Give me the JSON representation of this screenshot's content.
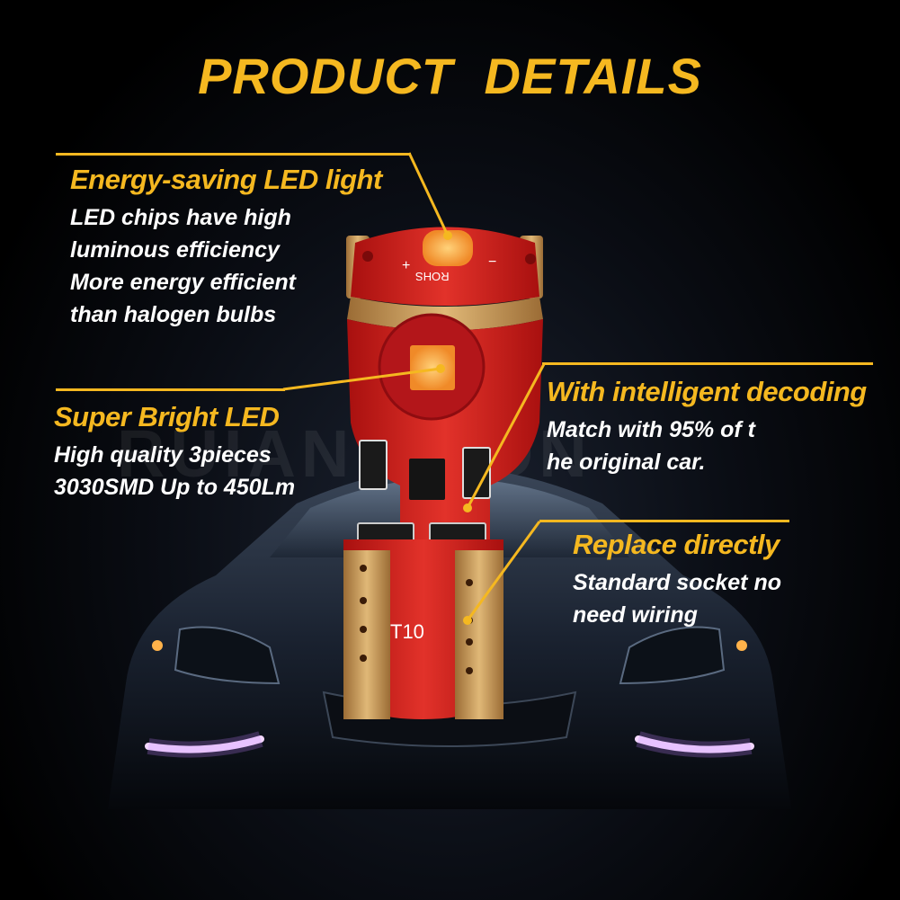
{
  "colors": {
    "accent": "#f5b820",
    "bulb_red": "#d2201e",
    "gold": "#c79a55",
    "led_orange": "#ff9a3c"
  },
  "title": "PRODUCT  DETAILS",
  "watermark": "RUIANDSION",
  "features": {
    "energy": {
      "heading": "Energy-saving LED light",
      "lines": [
        "LED chips have high",
        "luminous efficiency",
        "More energy efficient",
        "than halogen bulbs"
      ]
    },
    "bright": {
      "heading": "Super Bright LED",
      "lines": [
        "High quality 3pieces",
        "3030SMD Up to 450Lm"
      ]
    },
    "decoding": {
      "heading": "With intelligent decoding",
      "lines": [
        "Match with 95% of t",
        "he original car."
      ]
    },
    "replace": {
      "heading": "Replace directly",
      "lines": [
        "Standard socket no",
        "need wiring"
      ]
    }
  },
  "bulb": {
    "model": "T10",
    "cap_text": "ROHS",
    "plus": "+",
    "minus": "−"
  },
  "icons": {
    "car": "car-silhouette",
    "bulb": "t10-led-bulb"
  }
}
